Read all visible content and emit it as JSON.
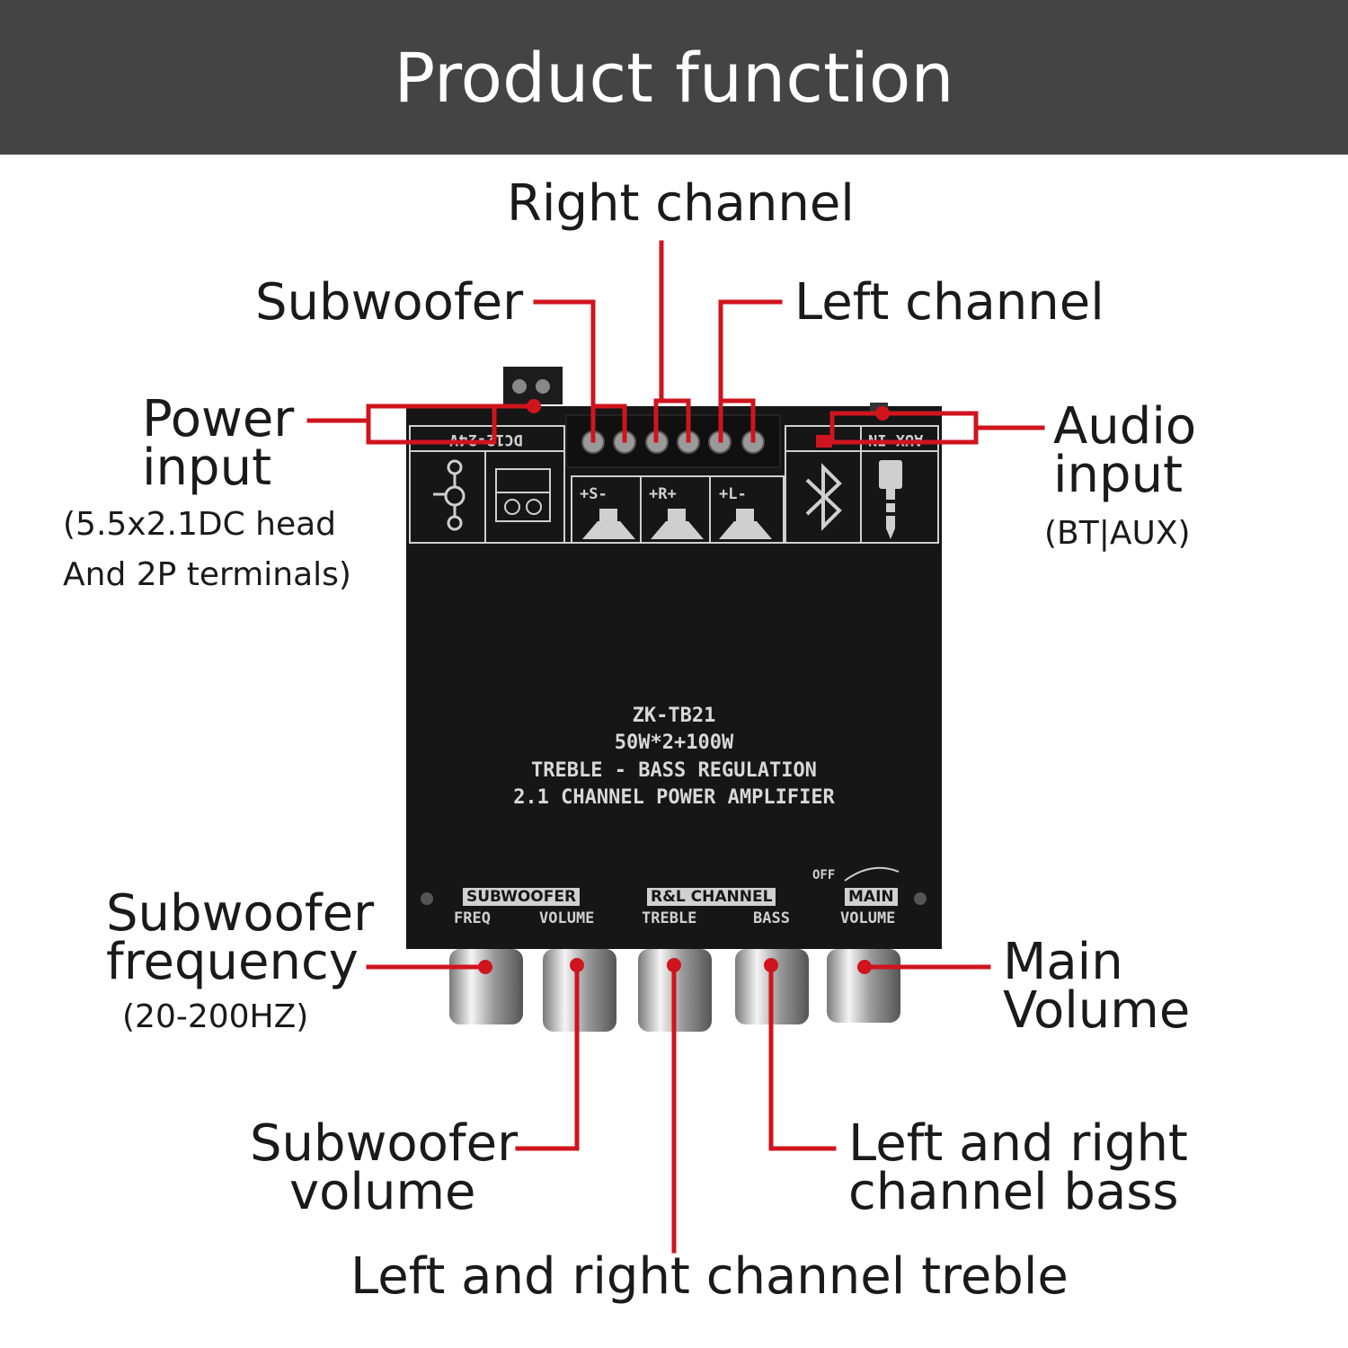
{
  "header": {
    "title": "Product function"
  },
  "labels": {
    "right_channel": "Right channel",
    "subwoofer": "Subwoofer",
    "left_channel": "Left channel",
    "power_input": {
      "line1": "Power",
      "line2": "input",
      "note1": "(5.5x2.1DC head",
      "note2": "And 2P terminals)"
    },
    "audio_input": {
      "line1": "Audio",
      "line2": "input",
      "note": "(BT|AUX)"
    },
    "subwoofer_frequency": {
      "line1": "Subwoofer",
      "line2": "frequency",
      "note": "(20-200HZ)"
    },
    "main_volume": {
      "line1": "Main",
      "line2": "Volume"
    },
    "subwoofer_volume": {
      "line1": "Subwoofer",
      "line2": "volume"
    },
    "lr_bass": {
      "line1": "Left and right",
      "line2": "channel bass"
    },
    "lr_treble": "Left and right channel treble"
  },
  "board": {
    "model": "ZK-TB21",
    "power": "50W*2+100W",
    "regulation": "TREBLE - BASS REGULATION",
    "description": "2.1 CHANNEL POWER AMPLIFIER",
    "dc_label": "DC12-24V",
    "aux_label": "AUX IN",
    "terminals": [
      "+S-",
      "+R+",
      "+L-"
    ],
    "knob_groups": [
      {
        "title": "SUBWOOFER",
        "controls": [
          "FREQ",
          "VOLUME"
        ]
      },
      {
        "title": "R&L CHANNEL",
        "controls": [
          "TREBLE",
          "BASS"
        ]
      },
      {
        "title": "MAIN",
        "controls": [
          "VOLUME"
        ]
      }
    ],
    "off_label": "OFF"
  },
  "colors": {
    "header_bg": "#444444",
    "leader": "#d0141e",
    "board": "#161616"
  }
}
